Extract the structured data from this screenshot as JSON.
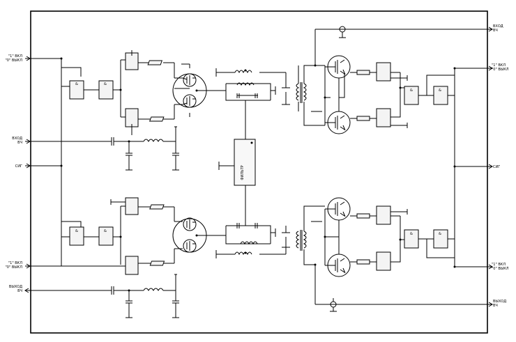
{
  "labels": {
    "in_ctrl_left_top": "\"1\" ВКЛ\n\"0\" ВЫКЛ",
    "in_rf_left": "ВХОД\nВЧ",
    "sig_left": "СИГ",
    "in_ctrl_left_bottom": "\"1\" ВКЛ\n\"0\" ВЫКЛ",
    "out_rf_left": "ВЫХОД\nВЧ",
    "in_rf_right": "ВХОД\nВЧ",
    "in_ctrl_right_top": "\"1\" ВКЛ\n\"0\" ВЫКЛ",
    "sig_right": "СИГ",
    "in_ctrl_right_bottom": "\"1\" ВКЛ\n\"0\" ВЫКЛ",
    "out_rf_right": "ВЫХОД\nВЧ",
    "filter": "ФИЛЬТР",
    "gate_mark": "&"
  },
  "colors": {
    "line": "#000000",
    "background": "#ffffff",
    "block_fill": "#f6f6f6"
  }
}
